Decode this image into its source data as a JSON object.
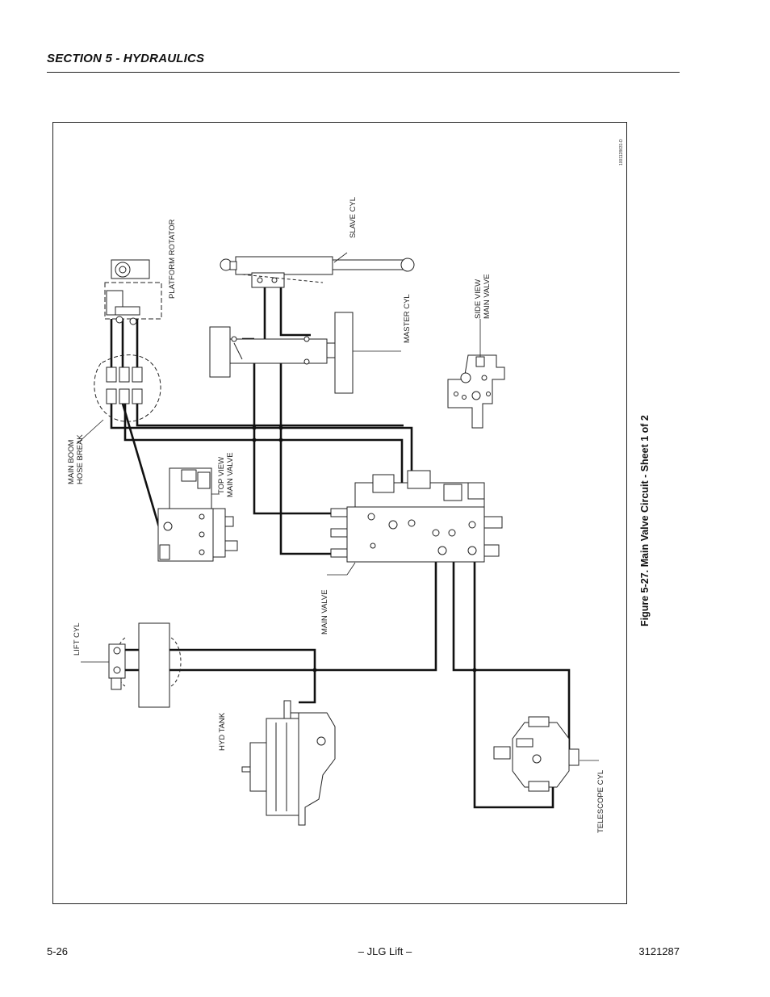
{
  "header": {
    "section_title": "SECTION 5 - HYDRAULICS"
  },
  "figure": {
    "caption": "Figure 5-27.  Main Valve Circuit - Sheet 1 of 2",
    "drawing_number": "1001128631-D",
    "labels": {
      "platform_rotator": "PLATFORM ROTATOR",
      "slave_cyl": "SLAVE CYL",
      "master_cyl": "MASTER CYL",
      "side_view_main_valve_1": "SIDE VIEW",
      "side_view_main_valve_2": "MAIN VALVE",
      "main_boom_hose_break_1": "MAIN BOOM",
      "main_boom_hose_break_2": "HOSE BREAK",
      "top_view_main_valve_1": "TOP VIEW",
      "top_view_main_valve_2": "MAIN VALVE",
      "main_valve": "MAIN VALVE",
      "lift_cyl": "LIFT CYL",
      "hyd_tank": "HYD TANK",
      "telescope_cyl": "TELESCOPE CYL"
    }
  },
  "footer": {
    "page_number": "5-26",
    "center_text": "– JLG Lift –",
    "doc_number": "3121287"
  }
}
